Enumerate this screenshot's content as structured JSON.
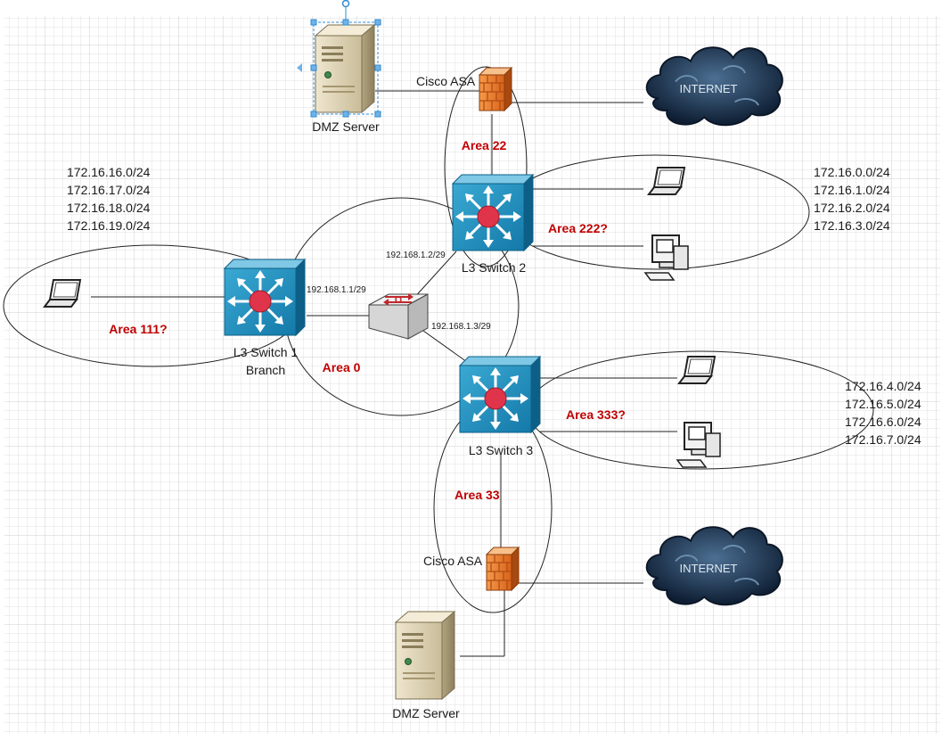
{
  "diagram": {
    "servers": [
      {
        "id": "dmz_top",
        "label": "DMZ Server"
      },
      {
        "id": "dmz_bottom",
        "label": "DMZ Server"
      }
    ],
    "firewalls": [
      {
        "id": "asa_top",
        "label": "Cisco ASA"
      },
      {
        "id": "asa_bottom",
        "label": "Cisco ASA"
      }
    ],
    "clouds": [
      {
        "id": "internet_top",
        "label": "INTERNET"
      },
      {
        "id": "internet_bottom",
        "label": "INTERNET"
      }
    ],
    "switches": [
      {
        "id": "l3_sw1",
        "label_line1": "L3 Switch 1",
        "label_line2": "Branch"
      },
      {
        "id": "l3_sw2",
        "label_line1": "L3 Switch 2"
      },
      {
        "id": "l3_sw3",
        "label_line1": "L3 Switch 3"
      }
    ],
    "interface_ips": {
      "sw1": "192.168.1.1/29",
      "sw2": "192.168.1.2/29",
      "sw3": "192.168.1.3/29"
    },
    "areas": {
      "area0": "Area 0",
      "area22": "Area 22",
      "area33": "Area 33",
      "area111": "Area 111?",
      "area222": "Area 222?",
      "area333": "Area 333?"
    },
    "networks": {
      "branch": [
        "172.16.16.0/24",
        "172.16.17.0/24",
        "172.16.18.0/24",
        "172.16.19.0/24"
      ],
      "sw2": [
        "172.16.0.0/24",
        "172.16.1.0/24",
        "172.16.2.0/24",
        "172.16.3.0/24"
      ],
      "sw3": [
        "172.16.4.0/24",
        "172.16.5.0/24",
        "172.16.6.0/24",
        "172.16.7.0/24"
      ]
    }
  }
}
